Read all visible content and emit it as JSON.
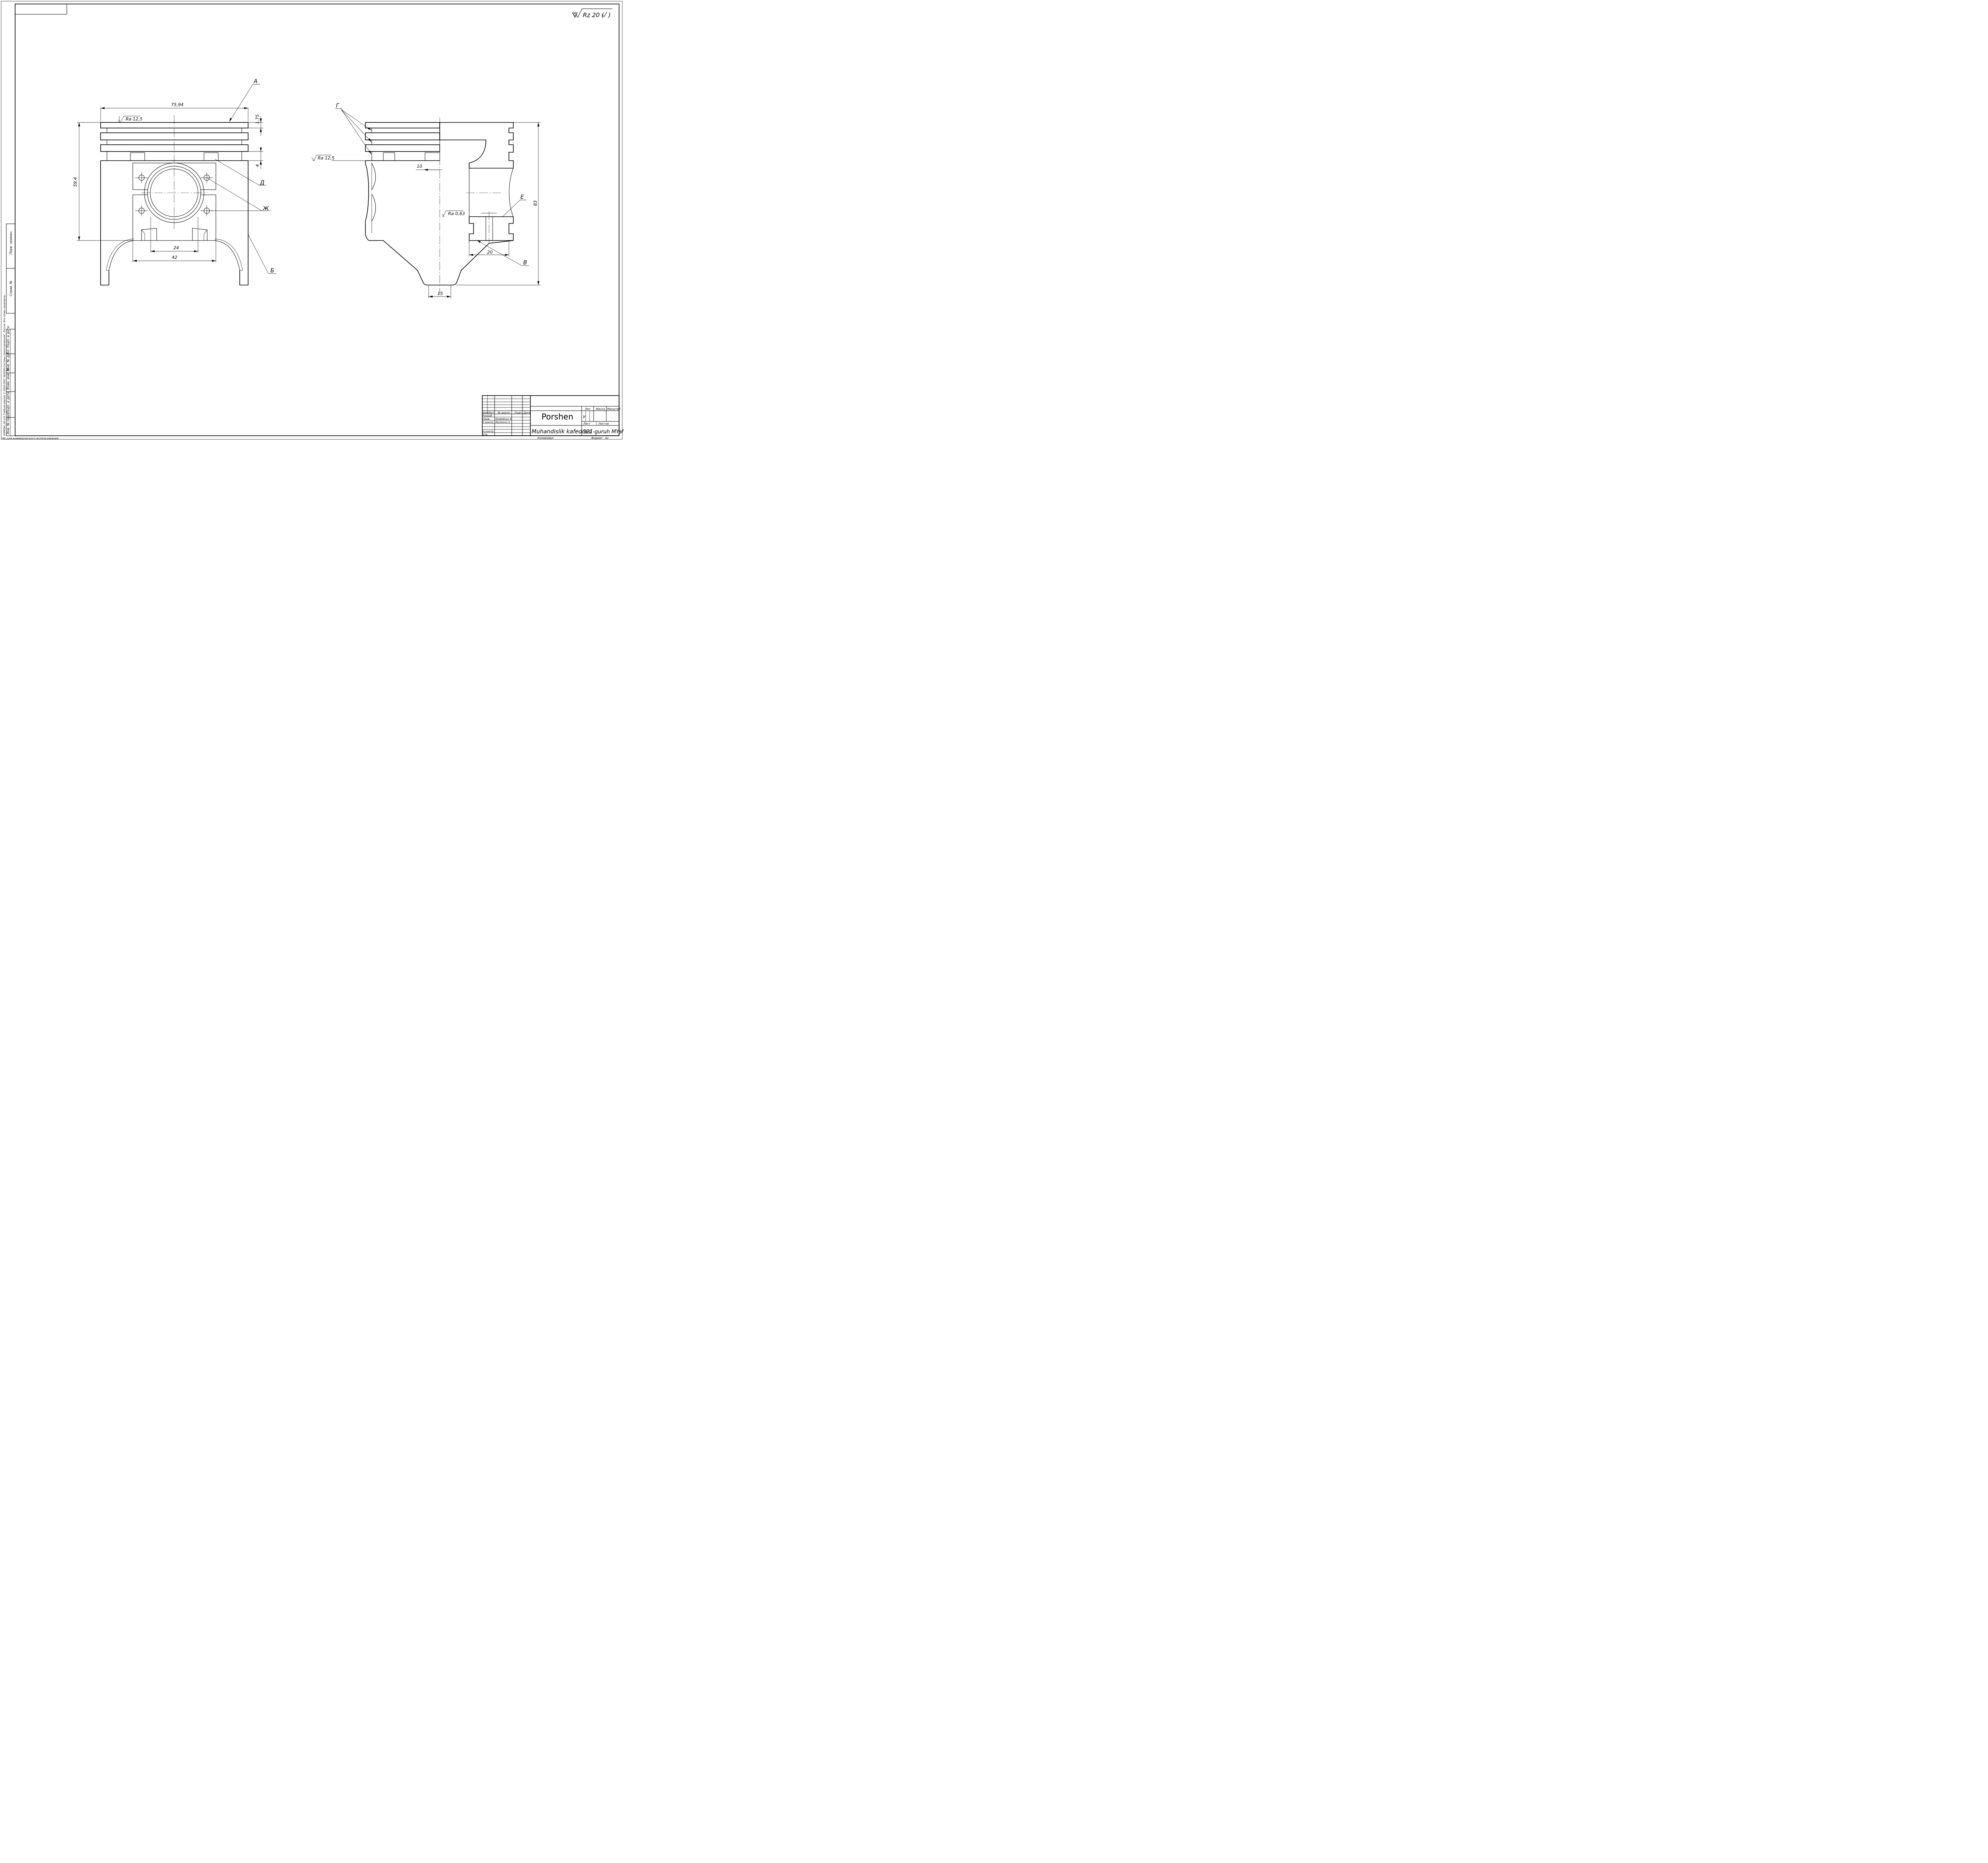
{
  "roughness": {
    "general": "Rz 20 (",
    "front_top": "Ra 12,5",
    "side_left": "Ra 12,5",
    "side_bore": "Ra 0,63"
  },
  "dimensions": {
    "overall_width": "75,94",
    "ring_groove": "1,75",
    "land": "4",
    "height_left": "59,4",
    "boss_inner": "24",
    "boss_outer": "42",
    "side_offset": "10",
    "height_right": "83",
    "pin_bore": "20",
    "skirt_bottom": "15"
  },
  "callouts": {
    "a": "А",
    "b": "Б",
    "d": "Д",
    "zh": "Ж",
    "g": "Г",
    "e": "Е",
    "v": "В"
  },
  "side_strips": {
    "perv_primen": "Перв. примен.",
    "sprav": "Справ. №",
    "podp_data_1": "Подп. и дата",
    "inv_dubl": "Инв. № дубл.",
    "vzam_inv": "Взам. инв. №",
    "podp_data_2": "Подп. и дата",
    "inv_podl": "Инв. № подл.",
    "kompas": "КОМПАС-3D v21 Учебная версия © 2024 ООО \"АСКОН-Системы проектирования\", Россия. Все права защищены."
  },
  "footer": {
    "noncommercial": "Не для коммерческого использования",
    "copied": "Копировал",
    "format_label": "Формат",
    "format_value": "A1"
  },
  "title_block": {
    "col_izm": "Изм.",
    "col_list": "Лист",
    "col_doc": "№ докум.",
    "col_podp": "Подп.",
    "col_data": "Дата",
    "razrab": "Разраб.",
    "prov": "Пров.",
    "tkontr": "Т.контр.",
    "nkontr": "Н.контр.",
    "utv": "Утв.",
    "prov_name": "Shabdinov X",
    "tkontr_name": "Muxtarov S",
    "title": "Porshen",
    "lit": "Лит.",
    "massa": "Масса",
    "masshtab": "Масштаб",
    "lit_value": "У",
    "list": "Лист",
    "listov": "Листов",
    "department": "Muhandislik kafedrasi",
    "group": "321-guruh MYaMT"
  }
}
